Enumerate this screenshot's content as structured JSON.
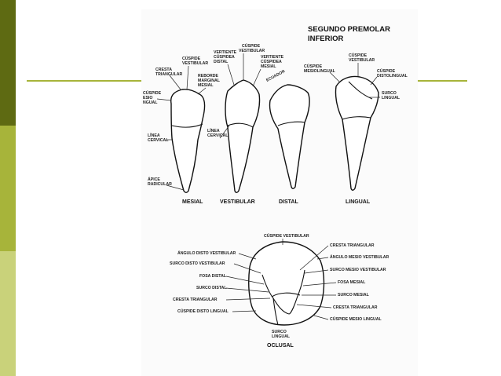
{
  "title": {
    "line1": "SEGUNDO PREMOLAR",
    "line2": "INFERIOR"
  },
  "views": {
    "mesial": "MESIAL",
    "vestibular": "VESTIBULAR",
    "distal": "DISTAL",
    "lingual": "LINGUAL",
    "oclusal": "OCLUSAL"
  },
  "mesial_labels": {
    "cresta_triangular": [
      "CRESTA",
      "TRIANGULAR"
    ],
    "cuspide_vestibular": [
      "CÚSPIDE",
      "VESTIBULAR"
    ],
    "reborde_marginal": [
      "REBORDE",
      "MARGINAL",
      "MESIAL"
    ],
    "cuspide_mesiolingual": [
      "CÚSPIDE",
      "ESIO",
      "NGUAL"
    ],
    "linea_cervical_left": [
      "LÍNEA",
      "CERVICAL"
    ],
    "apice": [
      "ÁPICE",
      "RADICULAR"
    ]
  },
  "vestibular_labels": {
    "cuspide_vestibular": [
      "CÚSPIDE",
      "VESTIBULAR"
    ],
    "vertiente_distal": [
      "VERTIENTE",
      "CÚSPIDEA",
      "DISTAL"
    ],
    "vertiente_mesial": [
      "VERTIENTE",
      "CÚSPIDEA",
      "MESIAL"
    ],
    "linea_cervical": [
      "LÍNEA",
      "CERVICAL"
    ],
    "ecuador": "ECUADOR"
  },
  "lingual_labels": {
    "cuspide_mesiolingual": [
      "CÚSPIDE",
      "MESIOLINGUAL"
    ],
    "cuspide_vestibular": [
      "CÚSPIDE",
      "VESTIBULAR"
    ],
    "cuspide_distolingual": [
      "CÚSPIDE",
      "DISTOLINGUAL"
    ],
    "surco_lingual": [
      "SURCO",
      "LINGUAL"
    ]
  },
  "occlusal_labels": {
    "cuspide_vestibular": "CÚSPIDE VESTIBULAR",
    "angulo_disto_vestibular": "ÁNGULO DISTO VESTIBULAR",
    "surco_disto_vestibular": "SURCO DISTO VESTIBULAR",
    "fosa_distal": "FOSA DISTAL",
    "surco_distal": "SURCO DISTAL",
    "cresta_triangular_left": "CRESTA TRIANGULAR",
    "cuspide_disto_lingual": "CÚSPIDE DISTO LINGUAL",
    "cresta_triangular_right": "CRESTA TRIANGULAR",
    "angulo_mesio_vestibular": "ÁNGULO MESIO VESTIBULAR",
    "surco_mesio_vestibular": "SURCO MESIO VESTIBULAR",
    "fosa_mesial": "FOSA MESIAL",
    "surco_mesial": "SURCO MESIAL",
    "cresta_triangular_right2": "CRESTA TRIANGULAR",
    "cuspide_mesio_lingual": "CÚSPIDE MESIO LINGUAL",
    "surco_lingual": [
      "SURCO",
      "LINGUAL"
    ]
  },
  "colors": {
    "sidebar_dark": "#5e6a12",
    "sidebar_mid": "#a7b43a",
    "sidebar_light": "#c9d27a",
    "accent_line": "#a7b43a"
  }
}
